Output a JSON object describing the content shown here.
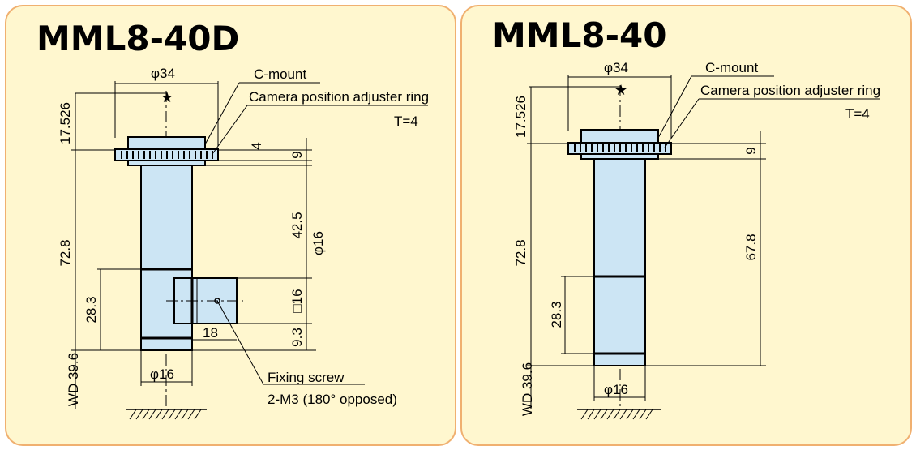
{
  "panels": {
    "left": {
      "title": "MML8-40D",
      "labels": {
        "c_mount": "C-mount",
        "adjuster_ring": "Camera position adjuster ring",
        "thickness": "T=4",
        "fixing_screw": "Fixing screw",
        "fixing_screw_spec": "2-M3 (180° opposed)"
      },
      "dimensions": {
        "top_dia": "φ34",
        "height_top": "17.526",
        "ring_h": "4",
        "gap_9": "9",
        "len_42_5": "42.5",
        "tube_dia_side": "φ16",
        "square": "□16",
        "len_9_3": "9.3",
        "total_72_8": "72.8",
        "len_28_3": "28.3",
        "offset_18": "18",
        "wd": "WD 39.6",
        "bottom_dia": "φ16"
      }
    },
    "right": {
      "title": "MML8-40",
      "labels": {
        "c_mount": "C-mount",
        "adjuster_ring": "Camera position adjuster ring",
        "thickness": "T=4"
      },
      "dimensions": {
        "top_dia": "φ34",
        "height_top": "17.526",
        "gap_9": "9",
        "len_67_8": "67.8",
        "total_72_8": "72.8",
        "len_28_3": "28.3",
        "wd": "WD 39.6",
        "bottom_dia": "φ16"
      }
    }
  }
}
